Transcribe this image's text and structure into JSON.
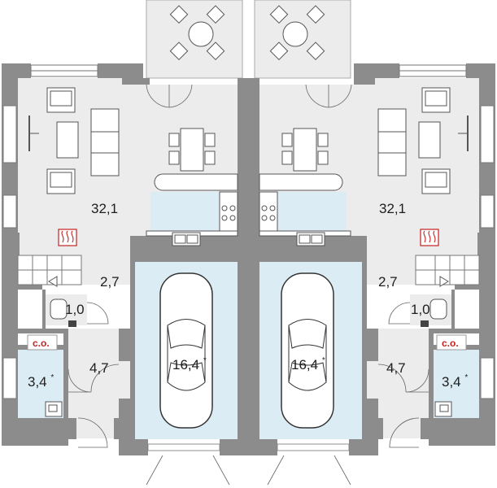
{
  "rooms": {
    "left_living": "32,1",
    "right_living": "32,1",
    "left_hall": "2,7",
    "right_hall": "2,7",
    "left_wc": "1,0",
    "right_wc": "1,0",
    "left_entry": "4,7",
    "right_entry": "4,7",
    "left_garage": "16,4",
    "right_garage": "16,4",
    "left_boiler": "3,4",
    "right_boiler": "3,4",
    "asterisk": "*",
    "co_tag": "c.o."
  },
  "colors": {
    "wall": "#8c8c8c",
    "floor_grey": "#ececec",
    "floor_blue": "#dcecf5",
    "co_red": "#c42222"
  },
  "icons": [
    "radiator-icon",
    "car-icon",
    "dining-set-icon",
    "sofa-icon",
    "armchair-icon",
    "hob-icon",
    "sink-icon",
    "toilet-icon",
    "washbasin-icon",
    "stairs-icon",
    "boiler-icon"
  ]
}
